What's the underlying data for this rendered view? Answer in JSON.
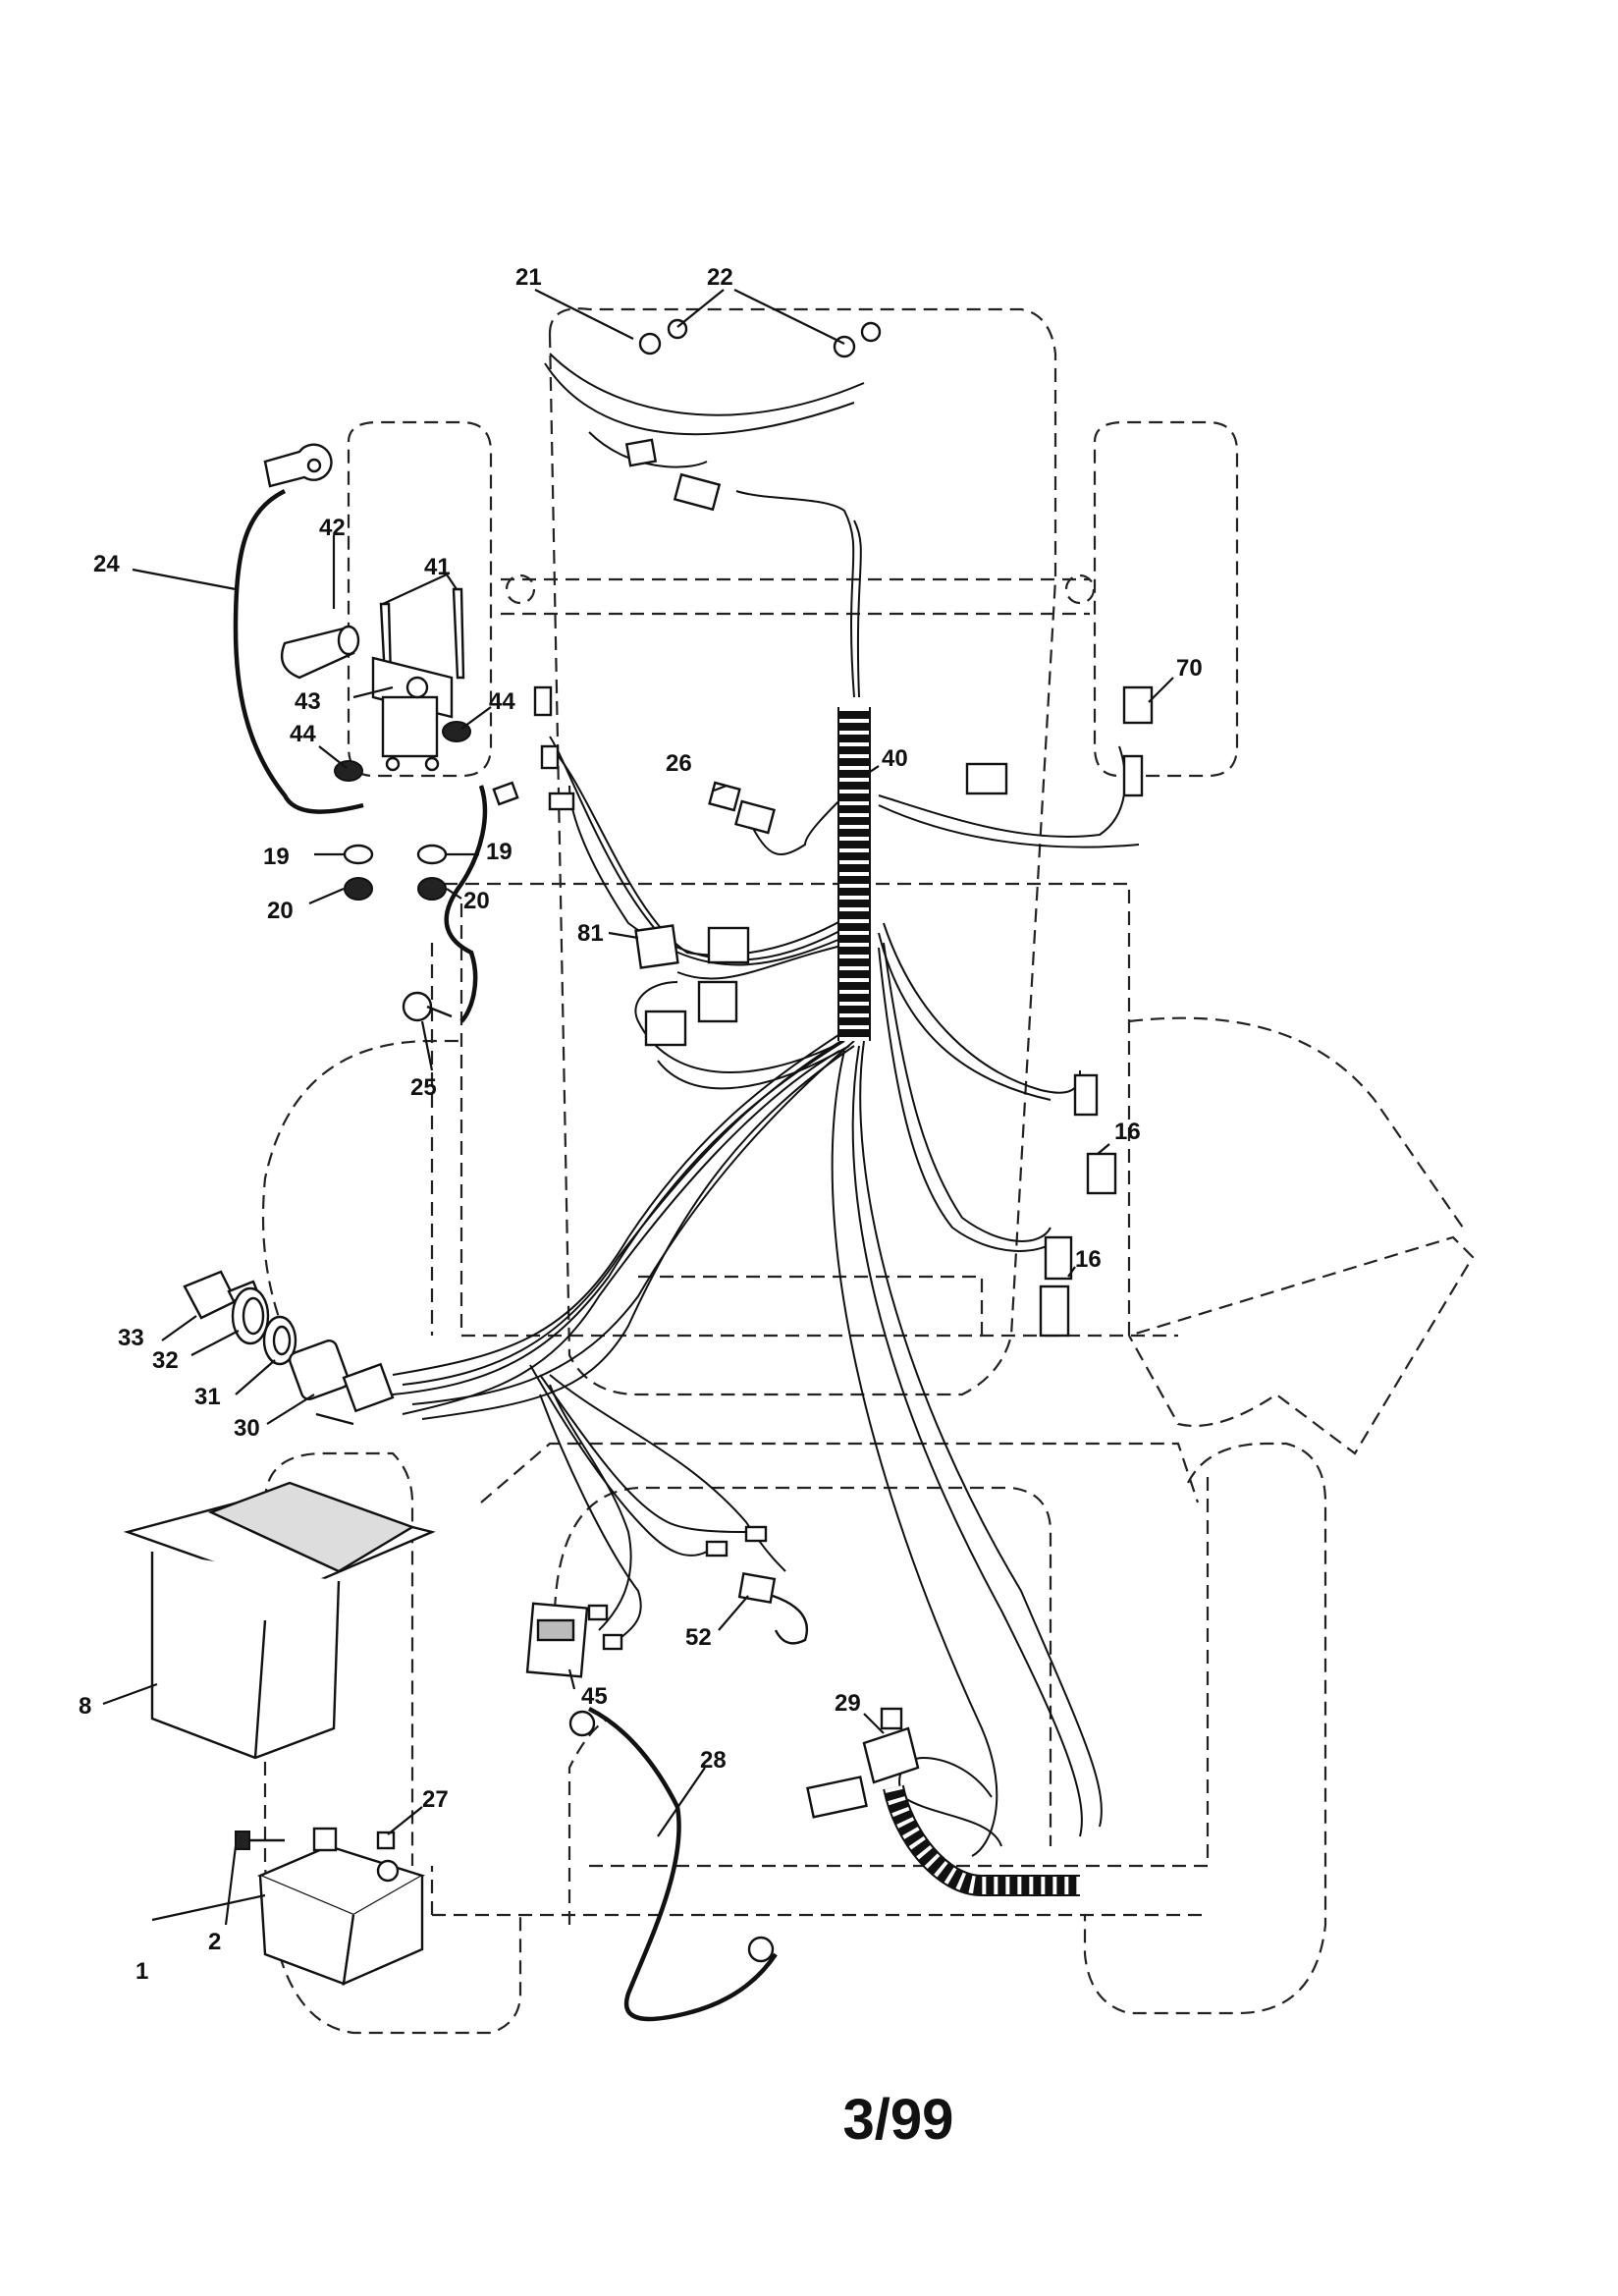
{
  "callouts": {
    "c1": "1",
    "c2": "2",
    "c8": "8",
    "c16a": "16",
    "c16b": "16",
    "c19a": "19",
    "c19b": "19",
    "c20a": "20",
    "c20b": "20",
    "c21": "21",
    "c22": "22",
    "c24": "24",
    "c25": "25",
    "c26": "26",
    "c27": "27",
    "c28": "28",
    "c29": "29",
    "c30": "30",
    "c31": "31",
    "c32": "32",
    "c33": "33",
    "c40": "40",
    "c41": "41",
    "c42": "42",
    "c43": "43",
    "c44a": "44",
    "c44b": "44",
    "c45": "45",
    "c52": "52",
    "c70": "70",
    "c81": "81"
  },
  "footer": {
    "date_code": "3/99"
  }
}
